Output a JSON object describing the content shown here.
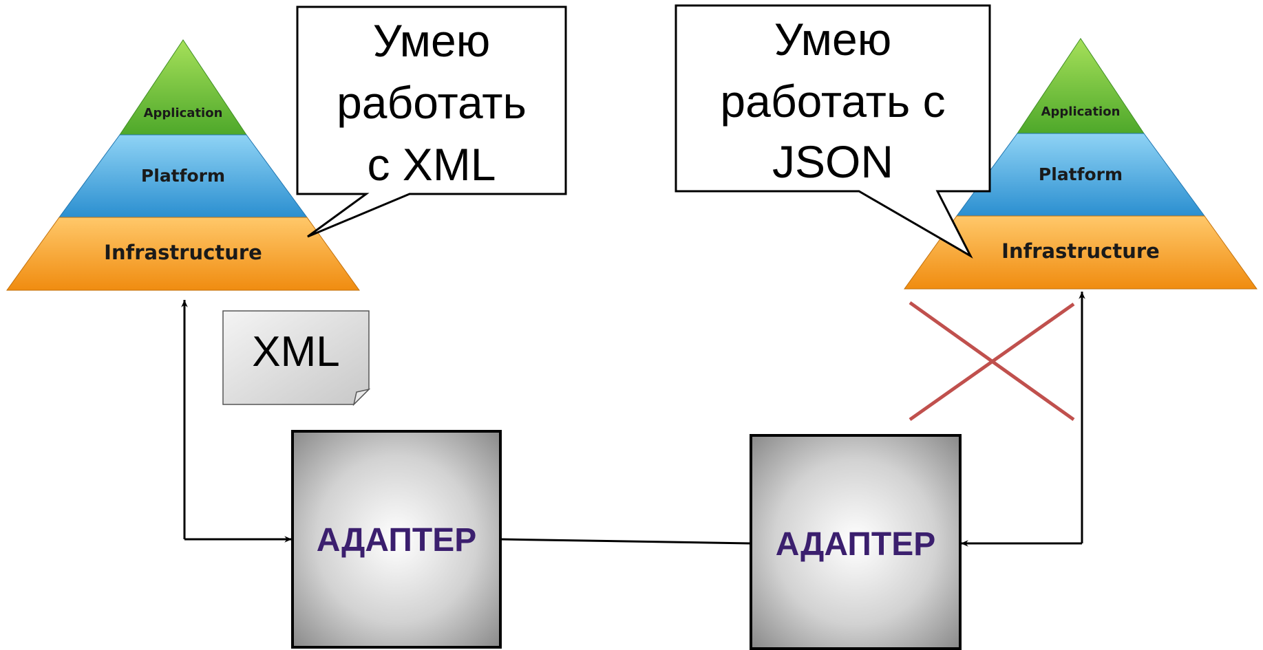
{
  "left_system": {
    "layers": [
      "Application",
      "Platform",
      "Infrastructure"
    ],
    "bubble_lines": [
      "Умею",
      "работать",
      "с XML"
    ]
  },
  "right_system": {
    "layers": [
      "Application",
      "Platform",
      "Infrastructure"
    ],
    "bubble_lines": [
      "Умею",
      "работать с",
      "JSON"
    ]
  },
  "document_label": "XML",
  "adapters": [
    "АДАПТЕР",
    "АДАПТЕР"
  ],
  "colors": {
    "application": "#6cc13a",
    "platform": "#3aa3dc",
    "infrastructure": "#f59b1a",
    "adapter_text": "#3b1f6e",
    "cross": "#c0504d"
  }
}
